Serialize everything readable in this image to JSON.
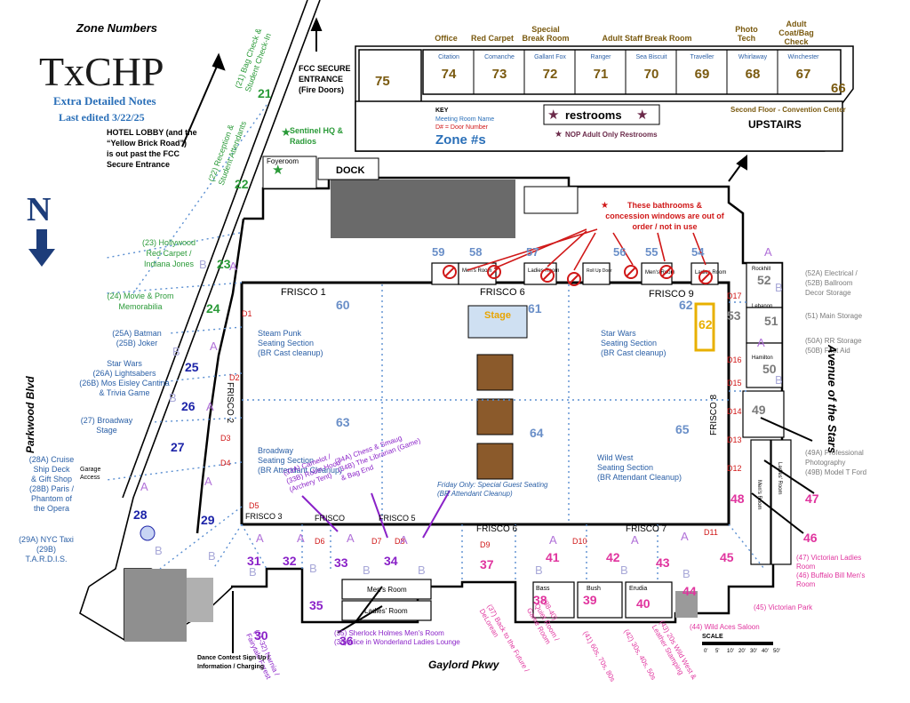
{
  "header": {
    "zone_numbers": "Zone Numbers",
    "logo_text": "TxCHP",
    "notes": "Extra Detailed Notes",
    "edited": "Last edited 3/22/25",
    "lobby_note": [
      "HOTEL LOBBY (and the",
      "“Yellow Brick Road”)",
      "is out past the FCC",
      "Secure Entrance"
    ],
    "fcc_entrance": [
      "FCC SECURE",
      "ENTRANCE",
      "(Fire Doors)"
    ],
    "sentinel": [
      "Sentinel HQ &",
      "Radios"
    ],
    "north": "N"
  },
  "upstairs": {
    "top_labels": [
      {
        "text": [
          "Office"
        ]
      },
      {
        "text": [
          "Red Carpet"
        ]
      },
      {
        "text": [
          "Special",
          "Break Room"
        ]
      },
      {
        "text": [
          "Adult Staff Break Room"
        ]
      },
      {
        "text": [
          "Photo",
          "Tech"
        ]
      },
      {
        "text": [
          "Adult",
          "Coat/Bag",
          "Check"
        ]
      }
    ],
    "rooms": [
      {
        "name": "Citation",
        "zone": "74"
      },
      {
        "name": "Comanche",
        "zone": "73"
      },
      {
        "name": "Gallant Fox",
        "zone": "72"
      },
      {
        "name": "Ranger",
        "zone": "71"
      },
      {
        "name": "Sea Biscuit",
        "zone": "70"
      },
      {
        "name": "Traveller",
        "zone": "69"
      },
      {
        "name": "Whirlaway",
        "zone": "68"
      },
      {
        "name": "Winchester",
        "zone": "67"
      }
    ],
    "zone75": "75",
    "zone66": "66",
    "key_title": "KEY",
    "key_room": "Meeting Room Name",
    "key_door": "D# = Door Number",
    "key_zone": "Zone #s",
    "restrooms": "restrooms",
    "nop": "NOP Adult Only Restrooms",
    "second_floor": "Second Floor - Convention Center",
    "upstairs": "UPSTAIRS"
  },
  "main": {
    "frisco": {
      "f1": "FRISCO 1",
      "f2": "FRISCO 2",
      "f3": "FRISCO 3",
      "f4": "FRISCO",
      "f5": "FRISCO 5",
      "f6": "FRISCO 6",
      "f6b": "FRISCO 6",
      "f7": "FRISCO 7",
      "f8": "FRISCO 8",
      "f9": "FRISCO 9"
    },
    "foyer": "Foyer",
    "foyer_room": "Foyeroom",
    "dock": "DOCK",
    "stage": "Stage",
    "closed_note": [
      "These bathrooms &",
      "concession windows are out of",
      "order / not in use"
    ],
    "sections": [
      {
        "zone": "60",
        "lines": [
          "Steam Punk",
          "Seating Section",
          "(BR Cast cleanup)"
        ]
      },
      {
        "zone": "62",
        "lines": [
          "Star Wars",
          "Seating Section",
          "(BR Cast cleanup)"
        ]
      },
      {
        "zone": "63",
        "lines": [
          "Broadway",
          "Seating Section",
          "(BR Attendant Cleanup)"
        ]
      },
      {
        "zone": "65",
        "lines": [
          "Wild West",
          "Seating Section",
          "(BR Attendant Cleanup)"
        ]
      }
    ],
    "zone61": "61",
    "zone64": "64",
    "friday": [
      "Friday Only: Special Guest Seating",
      "(BR Attendant Cleanup)"
    ],
    "garage": [
      "Garage",
      "Access"
    ],
    "mens_room": "Men's Room",
    "ladies_room": "Ladies' Room",
    "small_rooms": [
      "Men's Room",
      "Ladies Room",
      "Roll Up Door",
      "Men's Room",
      "Ladies Room"
    ],
    "rockhill": "Rockhill",
    "lebanon": "Lebanon",
    "hamilton": "Hamilton",
    "bass": "Bass",
    "bush": "Bush",
    "erudia": "Erudia"
  },
  "zones_green": [
    {
      "label": [
        "(21) Bag Check &",
        "Student Check-In"
      ],
      "zone": "21"
    },
    {
      "label": [
        "(22) Reception &",
        "Student Attendants"
      ],
      "zone": "22"
    },
    {
      "label": [
        "(23)  Hollywood",
        "Red Carpet /",
        "Indiana Jones"
      ],
      "zone": "23"
    },
    {
      "label": [
        "(24) Movie & Prom",
        "Memorabilia"
      ],
      "zone": "24"
    }
  ],
  "zones_blue": [
    {
      "label": [
        "(25A) Batman",
        "(25B) Joker"
      ],
      "zone": "25"
    },
    {
      "label": [
        "Star Wars",
        "(26A) Lightsabers",
        "(26B) Mos Eisley Cantina",
        "& Trivia Game"
      ],
      "zone": "26"
    },
    {
      "label": [
        "(27) Broadway",
        "Stage"
      ],
      "zone": "27"
    },
    {
      "label": [
        "(28A) Cruise",
        "Ship Deck",
        "& Gift Shop",
        "(28B) Paris /",
        "Phantom of",
        "the Opera"
      ],
      "zone": "28"
    },
    {
      "label": [
        "(29A) NYC Taxi",
        "(29B)",
        "T.A.R.D.I.S."
      ],
      "zone": "29"
    }
  ],
  "zones_purple": [
    {
      "label": [
        "(33A) Camelot /",
        "(33B) Robin Hood",
        "(Archery Tent)"
      ]
    },
    {
      "label": [
        "(34A) Chess & Smaug",
        "(34B) The Librarian (Game)",
        "& Bag End"
      ]
    },
    {
      "label": [
        "(31-32) Narnia /",
        "Fairytale Forest"
      ]
    },
    {
      "label": [
        "(35)   Sherlock Holmes  Men's Room",
        "(36) Alice in Wonderland Ladies Lounge"
      ]
    }
  ],
  "zone_numbers_purple": [
    "30",
    "31",
    "32",
    "33",
    "34",
    "35",
    "36"
  ],
  "zone_numbers_pink": [
    "37",
    "38",
    "39",
    "40",
    "41",
    "42",
    "43",
    "44",
    "45",
    "46",
    "47",
    "48"
  ],
  "zones_pink": [
    {
      "label": [
        "(37) Back to the Future /",
        "DeLorean"
      ]
    },
    {
      "label": [
        "(38-40)",
        "Quiet Room /",
        "Game Room"
      ]
    },
    {
      "label": [
        "(41)  60s, 70s, 80s"
      ]
    },
    {
      "label": [
        "(42)  30s, 40s, 50s"
      ]
    },
    {
      "label": [
        "(43) 20s Wild West &",
        "Leather Stamping"
      ]
    },
    {
      "label": [
        "(44) Wild Aces Saloon"
      ]
    },
    {
      "label": [
        "(45) Victorian Park"
      ]
    },
    {
      "label": [
        "(47) Victorian Ladies",
        "Room",
        "(46) Buffalo Bill Men's",
        "Room"
      ]
    }
  ],
  "zones_gray": [
    {
      "label": [
        "(52A) Electrical /",
        "(52B) Ballroom",
        "Decor Storage"
      ],
      "zone": "52"
    },
    {
      "label": [
        "(51) Main Storage"
      ],
      "zone": "51"
    },
    {
      "label": [
        "(50A) RR Storage",
        "(50B) First Aid"
      ],
      "zone": "50"
    },
    {
      "label": [
        "(49A) Professional",
        "Photography",
        "(49B) Model T Ford"
      ],
      "zone": "49"
    }
  ],
  "zone53": "53",
  "zone62b": "62",
  "top_zone_numbers": [
    "59",
    "58",
    "57",
    "56",
    "55",
    "54"
  ],
  "doors": [
    "D1",
    "D2",
    "D3",
    "D4",
    "D5",
    "D6",
    "D7",
    "D8",
    "D9",
    "D10",
    "D11",
    "D12",
    "D13",
    "D14",
    "D15",
    "D16",
    "D17"
  ],
  "streets": {
    "parkwood": "Parkwood Blvd",
    "avenue": "Avenue of the Stars",
    "gaylord": "Gaylord Pkwy"
  },
  "dance": [
    "Dance Contest Sign Up /",
    "Information / Charging"
  ],
  "scale": {
    "label": "SCALE",
    "ticks": [
      "0'",
      "5'",
      "10'",
      "20'",
      "30'",
      "40'",
      "50'"
    ]
  },
  "colors": {
    "green": "#2a9a38",
    "blue": "#2a5fa6",
    "navy": "#1d24a8",
    "purple": "#8a22c8",
    "pink": "#e0349e",
    "red": "#d01818",
    "gray": "#7a7a7a",
    "gold": "#7a5a10",
    "stage": "#cfe0f2",
    "wood": "#8b5a2b"
  }
}
